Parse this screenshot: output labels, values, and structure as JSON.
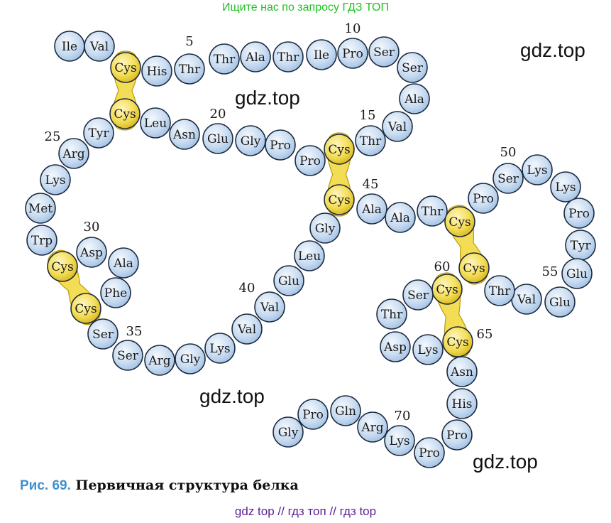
{
  "header_link": "Ищите нас по запросу ГДЗ ТОП",
  "watermarks": [
    "gdz.top",
    "gdz.top",
    "gdz.top",
    "gdz.top"
  ],
  "caption": {
    "label": "Рис. 69.",
    "text": "Первичная структура белка"
  },
  "footer": "gdz top  //  гдз топ  //  гдз top",
  "colors": {
    "residue_fill": "#c9dcf1",
    "cys_fill": "#f3dd55",
    "link_green": "#22c022",
    "caption_blue": "#3f8fce",
    "footer_purple": "#5a1e96"
  },
  "residue_labels": [
    "Ile",
    "Val",
    "Cys",
    "His",
    "Thr",
    "Thr",
    "Ala",
    "Thr",
    "Ile",
    "Pro",
    "Ser",
    "Ser",
    "Ala",
    "Val",
    "Thr",
    "Cys",
    "Pro",
    "Pro",
    "Gly",
    "Glu",
    "Asn",
    "Leu",
    "Cys",
    "Tyr",
    "Arg",
    "Lys",
    "Met",
    "Trp",
    "Asp",
    "Ala",
    "Phe",
    "Cys",
    "Ser",
    "Ser",
    "Arg",
    "Gly",
    "Lys",
    "Val",
    "Val",
    "Glu",
    "Leu",
    "Gly",
    "Cys",
    "Ala",
    "Ala",
    "Thr",
    "Cys",
    "Pro",
    "Ser",
    "Lys",
    "Lys",
    "Pro",
    "Tyr",
    "Glu",
    "Glu",
    "Val",
    "Thr",
    "Cys",
    "Cys",
    "Ser",
    "Thr",
    "Asp",
    "Lys",
    "Cys",
    "Asn",
    "His",
    "Pro",
    "Pro",
    "Lys",
    "Arg",
    "Gln",
    "Pro",
    "Gly"
  ],
  "position_numbers": [
    "5",
    "10",
    "15",
    "20",
    "25",
    "30",
    "35",
    "40",
    "45",
    "50",
    "55",
    "60",
    "65",
    "70"
  ]
}
